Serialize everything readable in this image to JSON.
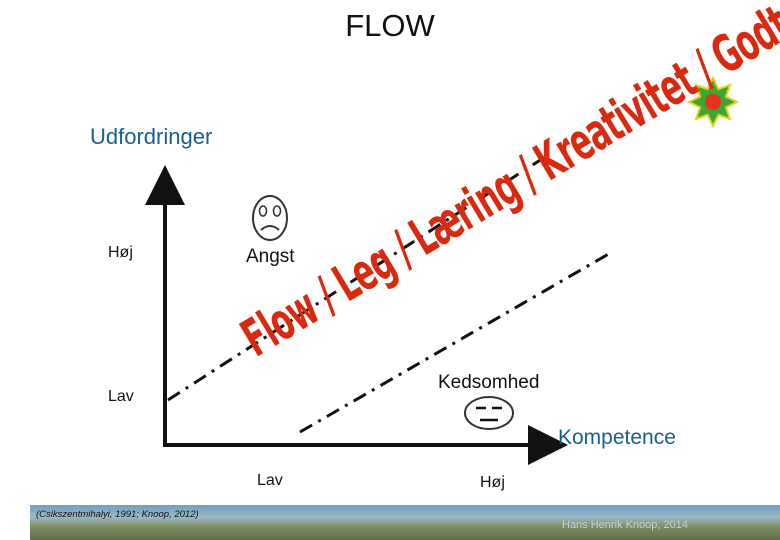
{
  "title": "FLOW",
  "axes": {
    "y_label": "Udfordringer",
    "x_label": "Kompetence",
    "y_high": "Høj",
    "y_low": "Lav",
    "x_low": "Lav",
    "x_high": "Høj"
  },
  "zones": {
    "anxiety": "Angst",
    "boredom": "Kedsomhed",
    "flow_band": "Flow / Leg / Læring / Kreativitet / Godt Arbejde"
  },
  "citation": "(Csikszentmihalyi, 1991; Knoop, 2012)",
  "author": "Hans Henrik Knoop, 2014",
  "colors": {
    "axis_label": "#1a5f8c",
    "flow_text": "#d9290f",
    "star_outer": "#3fa535",
    "star_inner": "#e4341c"
  },
  "icons": {
    "anxiety": "worried-face-icon",
    "boredom": "bored-face-icon",
    "corner": "star-icon"
  }
}
